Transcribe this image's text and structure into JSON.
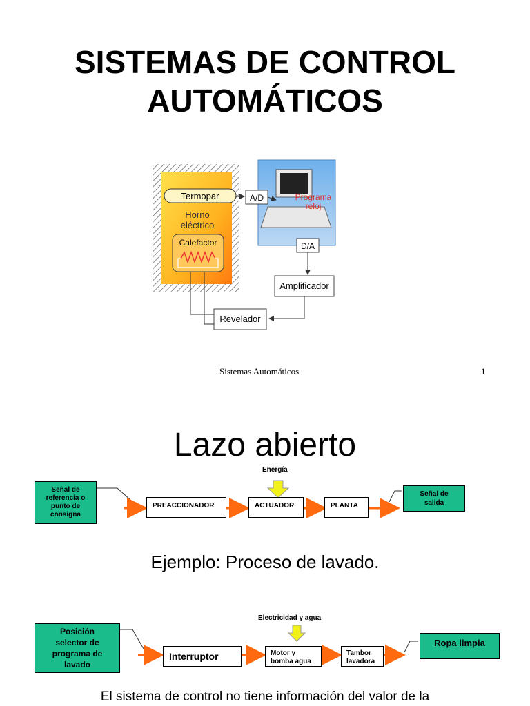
{
  "slide1": {
    "title_line1": "SISTEMAS DE CONTROL",
    "title_line2": "AUTOMÁTICOS",
    "figure": {
      "termopar": "Termopar",
      "horno": "Horno",
      "electrico": "eléctrico",
      "calefactor": "Calefactor",
      "ad": "A/D",
      "programa": "Programa",
      "reloj": "reloj",
      "da": "D/A",
      "amplificador": "Amplificador",
      "revelador": "Revelador"
    },
    "footer_title": "Sistemas Automáticos",
    "page_number": "1"
  },
  "slide2": {
    "title": "Lazo abierto",
    "diagram1": {
      "input": [
        "Señal de",
        "referencia o",
        "punto de",
        "consigna"
      ],
      "energy": "Energía",
      "block1": "PREACCIONADOR",
      "block2": "ACTUADOR",
      "block3": "PLANTA",
      "output": [
        "Señal de",
        "salida"
      ]
    },
    "example_title": "Ejemplo: Proceso de lavado.",
    "diagram2": {
      "input": [
        "Posición",
        "selector de",
        "programa de",
        "lavado"
      ],
      "energy": "Electricidad y agua",
      "block1": "Interruptor",
      "block2_line1": "Motor y",
      "block2_line2": "bomba agua",
      "block3_line1": "Tambor",
      "block3_line2": "lavadora",
      "output": "Ropa limpia"
    },
    "bottom_text": "El sistema de control no tiene información del valor de la"
  }
}
